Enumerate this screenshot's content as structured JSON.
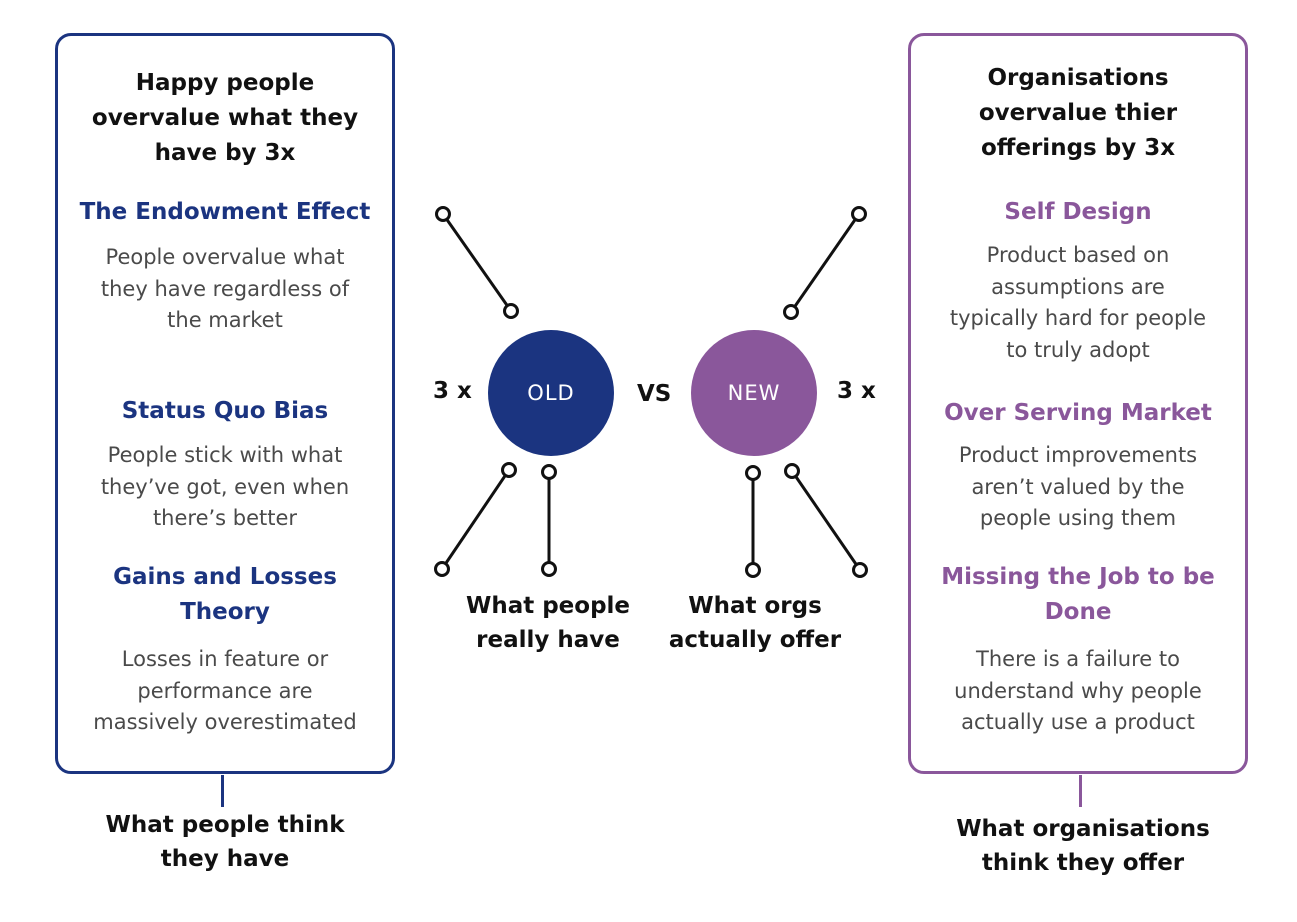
{
  "left_panel": {
    "heading": [
      "Happy people",
      "overvalue what they",
      "have by 3x"
    ],
    "sections": [
      {
        "title": [
          "The Endowment Effect"
        ],
        "description": [
          "People overvalue what",
          "they have regardless of",
          "the market"
        ]
      },
      {
        "title": [
          "Status Quo Bias"
        ],
        "description": [
          "People stick with what",
          "they’ve got, even when",
          "there’s better"
        ]
      },
      {
        "title": [
          "Gains and Losses",
          "Theory"
        ],
        "description": [
          "Losses in feature or",
          "performance are",
          "massively overestimated"
        ]
      }
    ],
    "caption": [
      "What people think",
      "they have"
    ]
  },
  "right_panel": {
    "heading": [
      "Organisations",
      "overvalue thier",
      "offerings by 3x"
    ],
    "sections": [
      {
        "title": [
          "Self Design"
        ],
        "description": [
          "Product based on",
          "assumptions are",
          "typically hard for people",
          "to truly adopt"
        ]
      },
      {
        "title": [
          "Over Serving Market"
        ],
        "description": [
          "Product improvements",
          "aren’t valued by the",
          "people using them"
        ]
      },
      {
        "title": [
          "Missing the Job to be",
          "Done"
        ],
        "description": [
          "There is a failure to",
          "understand why people",
          "actually use a product"
        ]
      }
    ],
    "caption": [
      "What organisations",
      "think they offer"
    ]
  },
  "center": {
    "old_label": "OLD",
    "new_label": "NEW",
    "vs_label": "VS",
    "left_multiplier": "3 x",
    "right_multiplier": "3 x",
    "left_caption": [
      "What people",
      "really have"
    ],
    "right_caption": [
      "What orgs",
      "actually offer"
    ]
  },
  "colors": {
    "left_accent": "#1b3480",
    "right_accent": "#8a579b",
    "description_text": "#4a4a4a"
  }
}
